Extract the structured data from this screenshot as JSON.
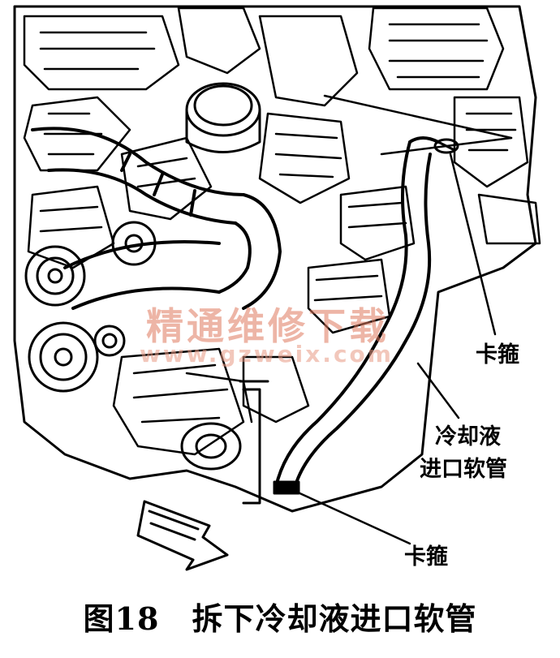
{
  "labels": {
    "clamp_top": "卡箍",
    "hose_line1": "冷却液",
    "hose_line2": "进口软管",
    "clamp_bottom": "卡箍"
  },
  "watermark": {
    "text": "精通维修下载",
    "url": "www.gzweix.com"
  },
  "caption": {
    "figure_no": "图18",
    "title": "拆下冷却液进口软管"
  }
}
